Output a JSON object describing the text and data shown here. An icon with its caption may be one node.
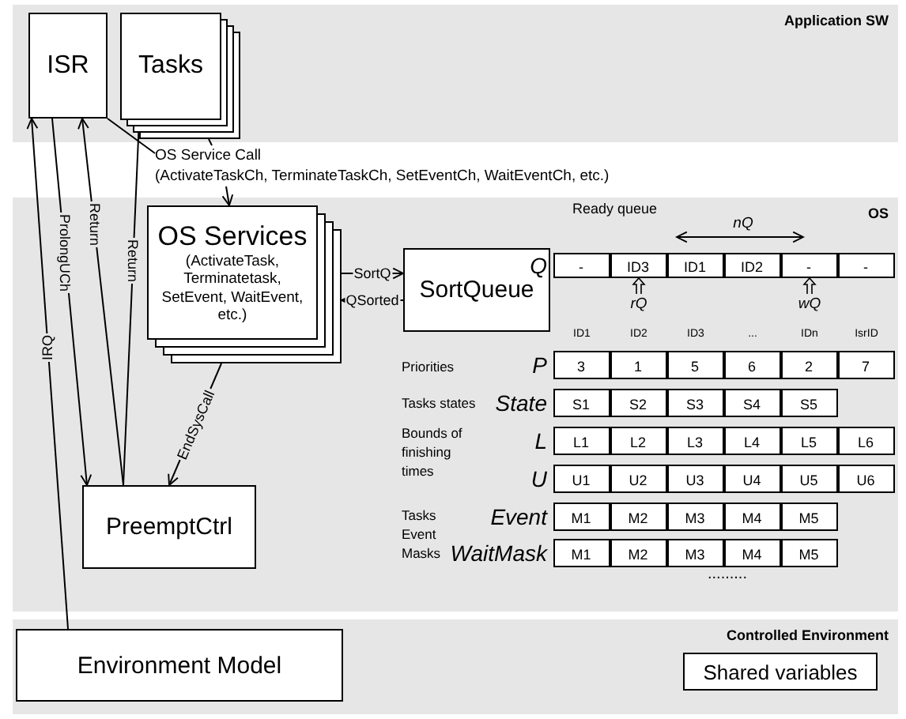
{
  "diagram": {
    "nodes": [
      {
        "text": [
          "Application SW"
        ]
      },
      {
        "text": [
          "ISR"
        ],
        "in": 0
      },
      {
        "text": [
          "Tasks"
        ],
        "in": 0
      },
      {
        "text": [
          "OS Service Call",
          "(ActivateTaskCh, TerminateTaskCh, SetEventCh, WaitEventCh, etc.)"
        ]
      },
      {
        "text": [
          "OS"
        ]
      },
      {
        "text": [
          "OS Services",
          "(ActivateTask, Terminatetask, SetEvent, WaitEvent, etc.)"
        ],
        "in": 4
      },
      {
        "text": [
          "SortQueue"
        ],
        "in": 4
      },
      {
        "text": [
          "PreemptCtrl"
        ],
        "in": 4
      },
      {
        "text": [
          "Controlled Environment"
        ]
      },
      {
        "text": [
          "Environment Model"
        ],
        "in": 8
      },
      {
        "text": [
          "Shared variables"
        ],
        "in": 8
      }
    ],
    "edges": [
      {
        "from": 1,
        "to": 3,
        "arrow": "none"
      },
      {
        "from": 2,
        "to": 3,
        "arrow": "none"
      },
      {
        "from": 3,
        "to": 5,
        "arrow": "to"
      },
      {
        "from": 9,
        "to": 1,
        "arrow": "to",
        "label": "IRQ"
      },
      {
        "from": 1,
        "to": 7,
        "arrow": "to",
        "label": "ProlongUCh"
      },
      {
        "from": 7,
        "to": 1,
        "arrow": "to",
        "label": "Return"
      },
      {
        "from": 7,
        "to": 2,
        "arrow": "to",
        "label": "Return"
      },
      {
        "from": 5,
        "to": 7,
        "arrow": "to",
        "label": "EndSysCall"
      },
      {
        "from": 5,
        "to": 6,
        "arrow": "to",
        "label": "SortQ"
      },
      {
        "from": 6,
        "to": 5,
        "arrow": "to",
        "label": "QSorted"
      }
    ],
    "labels": [
      "Ready queue",
      "nQ",
      "Q",
      "-",
      "ID3",
      "ID1",
      "ID2",
      "-",
      "-",
      "rQ",
      "wQ",
      "ID1",
      "ID2",
      "ID3",
      "...",
      "IDn",
      "IsrID",
      "Priorities",
      "P",
      "3",
      "1",
      "5",
      "6",
      "2",
      "7",
      "Tasks states",
      "State",
      "S1",
      "S2",
      "S3",
      "S4",
      "S5",
      "Bounds of finishing times",
      "L",
      "L1",
      "L2",
      "L3",
      "L4",
      "L5",
      "L6",
      "U",
      "U1",
      "U2",
      "U3",
      "U4",
      "U5",
      "U6",
      "Tasks Event Masks",
      "Event",
      "M1",
      "M2",
      "M3",
      "M4",
      "M5",
      "WaitMask",
      "M1",
      "M2",
      "M3",
      "M4",
      "M5",
      "........."
    ]
  }
}
